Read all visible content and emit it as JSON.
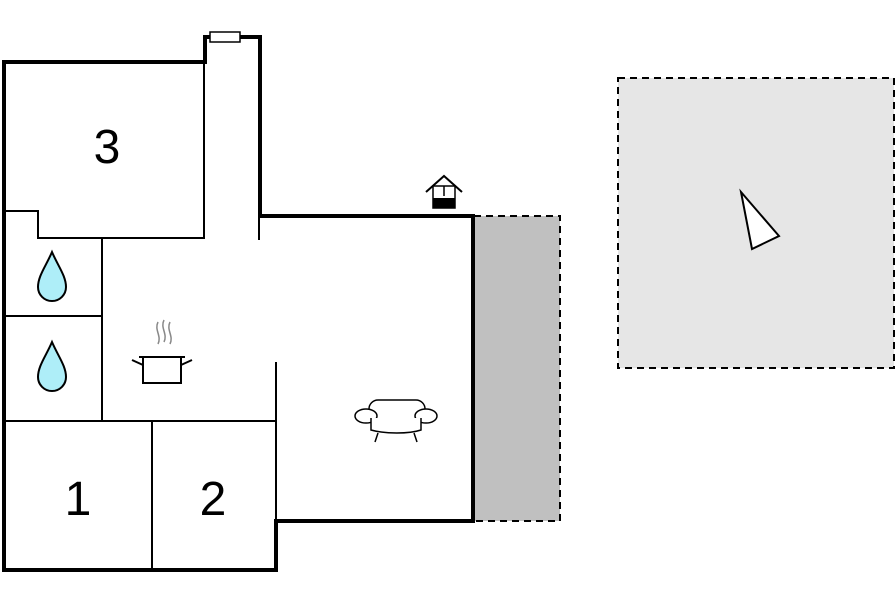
{
  "rooms": {
    "room_1": {
      "label": "1"
    },
    "room_2": {
      "label": "2"
    },
    "room_3": {
      "label": "3"
    }
  },
  "colors": {
    "terrace": "#c0c0c0",
    "garden": "#e6e6e6",
    "water_drop": "#aeeef8",
    "wall": "#000000"
  },
  "icons": {
    "bathroom_1": "water-drop-icon",
    "bathroom_2": "water-drop-icon",
    "kitchen": "cooking-pot-icon",
    "living": "sofa-icon",
    "entrance": "house-entrance-icon",
    "garden": "triangle-marker-icon",
    "chimney": "chimney-icon"
  }
}
